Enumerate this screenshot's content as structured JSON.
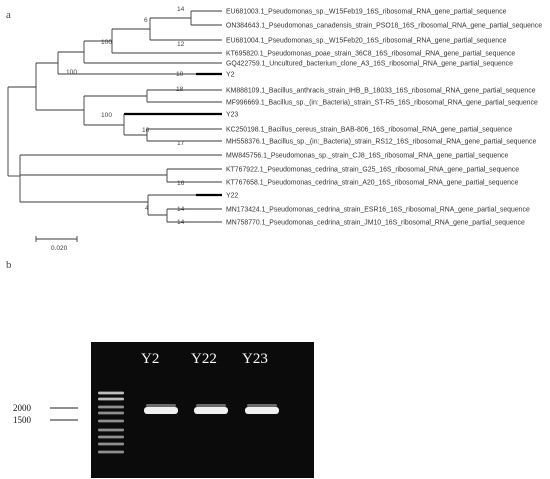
{
  "panels": {
    "a": "a",
    "b": "b"
  },
  "tree": {
    "leaves": [
      {
        "id": "l1",
        "label": "EU681003.1_Pseudomonas_sp._W15Feb19_16S_ribosomal_RNA_gene_partial_sequence"
      },
      {
        "id": "l2",
        "label": "ON384643.1_Pseudomonas_canadensis_strain_PSO18_16S_ribosomal_RNA_gene_partial_sequence"
      },
      {
        "id": "l3",
        "label": "EU681004.1_Pseudomonas_sp._W15Feb20_16S_ribosomal_RNA_gene_partial_sequence"
      },
      {
        "id": "l4",
        "label": "KT695820.1_Pseudomonas_poae_strain_36C8_16S_ribosomal_RNA_gene_partial_sequence"
      },
      {
        "id": "l5",
        "label": "GQ422759.1_Uncultured_bacterium_clone_A3_16S_ribosomal_RNA_gene_partial_sequence"
      },
      {
        "id": "l6",
        "label": "Y2"
      },
      {
        "id": "l7",
        "label": "KM888109.1_Bacillus_anthracis_strain_IHB_B_18033_16S_ribosomal_RNA_gene_partial_sequence"
      },
      {
        "id": "l8",
        "label": "MF996669.1_Bacillus_sp._(in:_Bacteria)_strain_ST-R5_16S_ribosomal_RNA_gene_partial_sequence"
      },
      {
        "id": "l9",
        "label": "Y23"
      },
      {
        "id": "l10",
        "label": "KC250198.1_Bacillus_cereus_strain_BAB-806_16S_ribosomal_RNA_gene_partial_sequence"
      },
      {
        "id": "l11",
        "label": "MH558376.1_Bacillus_sp._(in:_Bacteria)_strain_RS12_16S_ribosomal_RNA_gene_partial_sequence"
      },
      {
        "id": "l12",
        "label": "MW845756.1_Pseudomonas_sp._strain_CJ8_16S_ribosomal_RNA_gene_partial_sequence"
      },
      {
        "id": "l13",
        "label": "KT767922.1_Pseudomonas_cedrina_strain_G25_16S_ribosomal_RNA_gene_partial_sequence"
      },
      {
        "id": "l14",
        "label": "KT767658.1_Pseudomonas_cedrina_strain_A20_16S_ribosomal_RNA_gene_partial_sequence"
      },
      {
        "id": "l15",
        "label": "Y22"
      },
      {
        "id": "l16",
        "label": "MN173424.1_Pseudomonas_cedrina_strain_ESR16_16S_ribosomal_RNA_gene_partial_sequence"
      },
      {
        "id": "l17",
        "label": "MN758770.1_Pseudomonas_cedrina_strain_JM10_16S_ribosomal_RNA_gene_partial_sequence"
      }
    ],
    "bootstrap": {
      "b14a": "14",
      "b6": "6",
      "b12": "12",
      "b100a": "100",
      "b100root": "100",
      "b10a": "10",
      "b18": "18",
      "b100b": "100",
      "b10b": "10",
      "b17": "17",
      "b16": "16",
      "b4": "4",
      "b14b": "14",
      "b14c": "14"
    },
    "scale_label": "0.020"
  },
  "gel": {
    "lanes": [
      "Y2",
      "Y22",
      "Y23"
    ],
    "markers": [
      "2000",
      "1500"
    ]
  }
}
